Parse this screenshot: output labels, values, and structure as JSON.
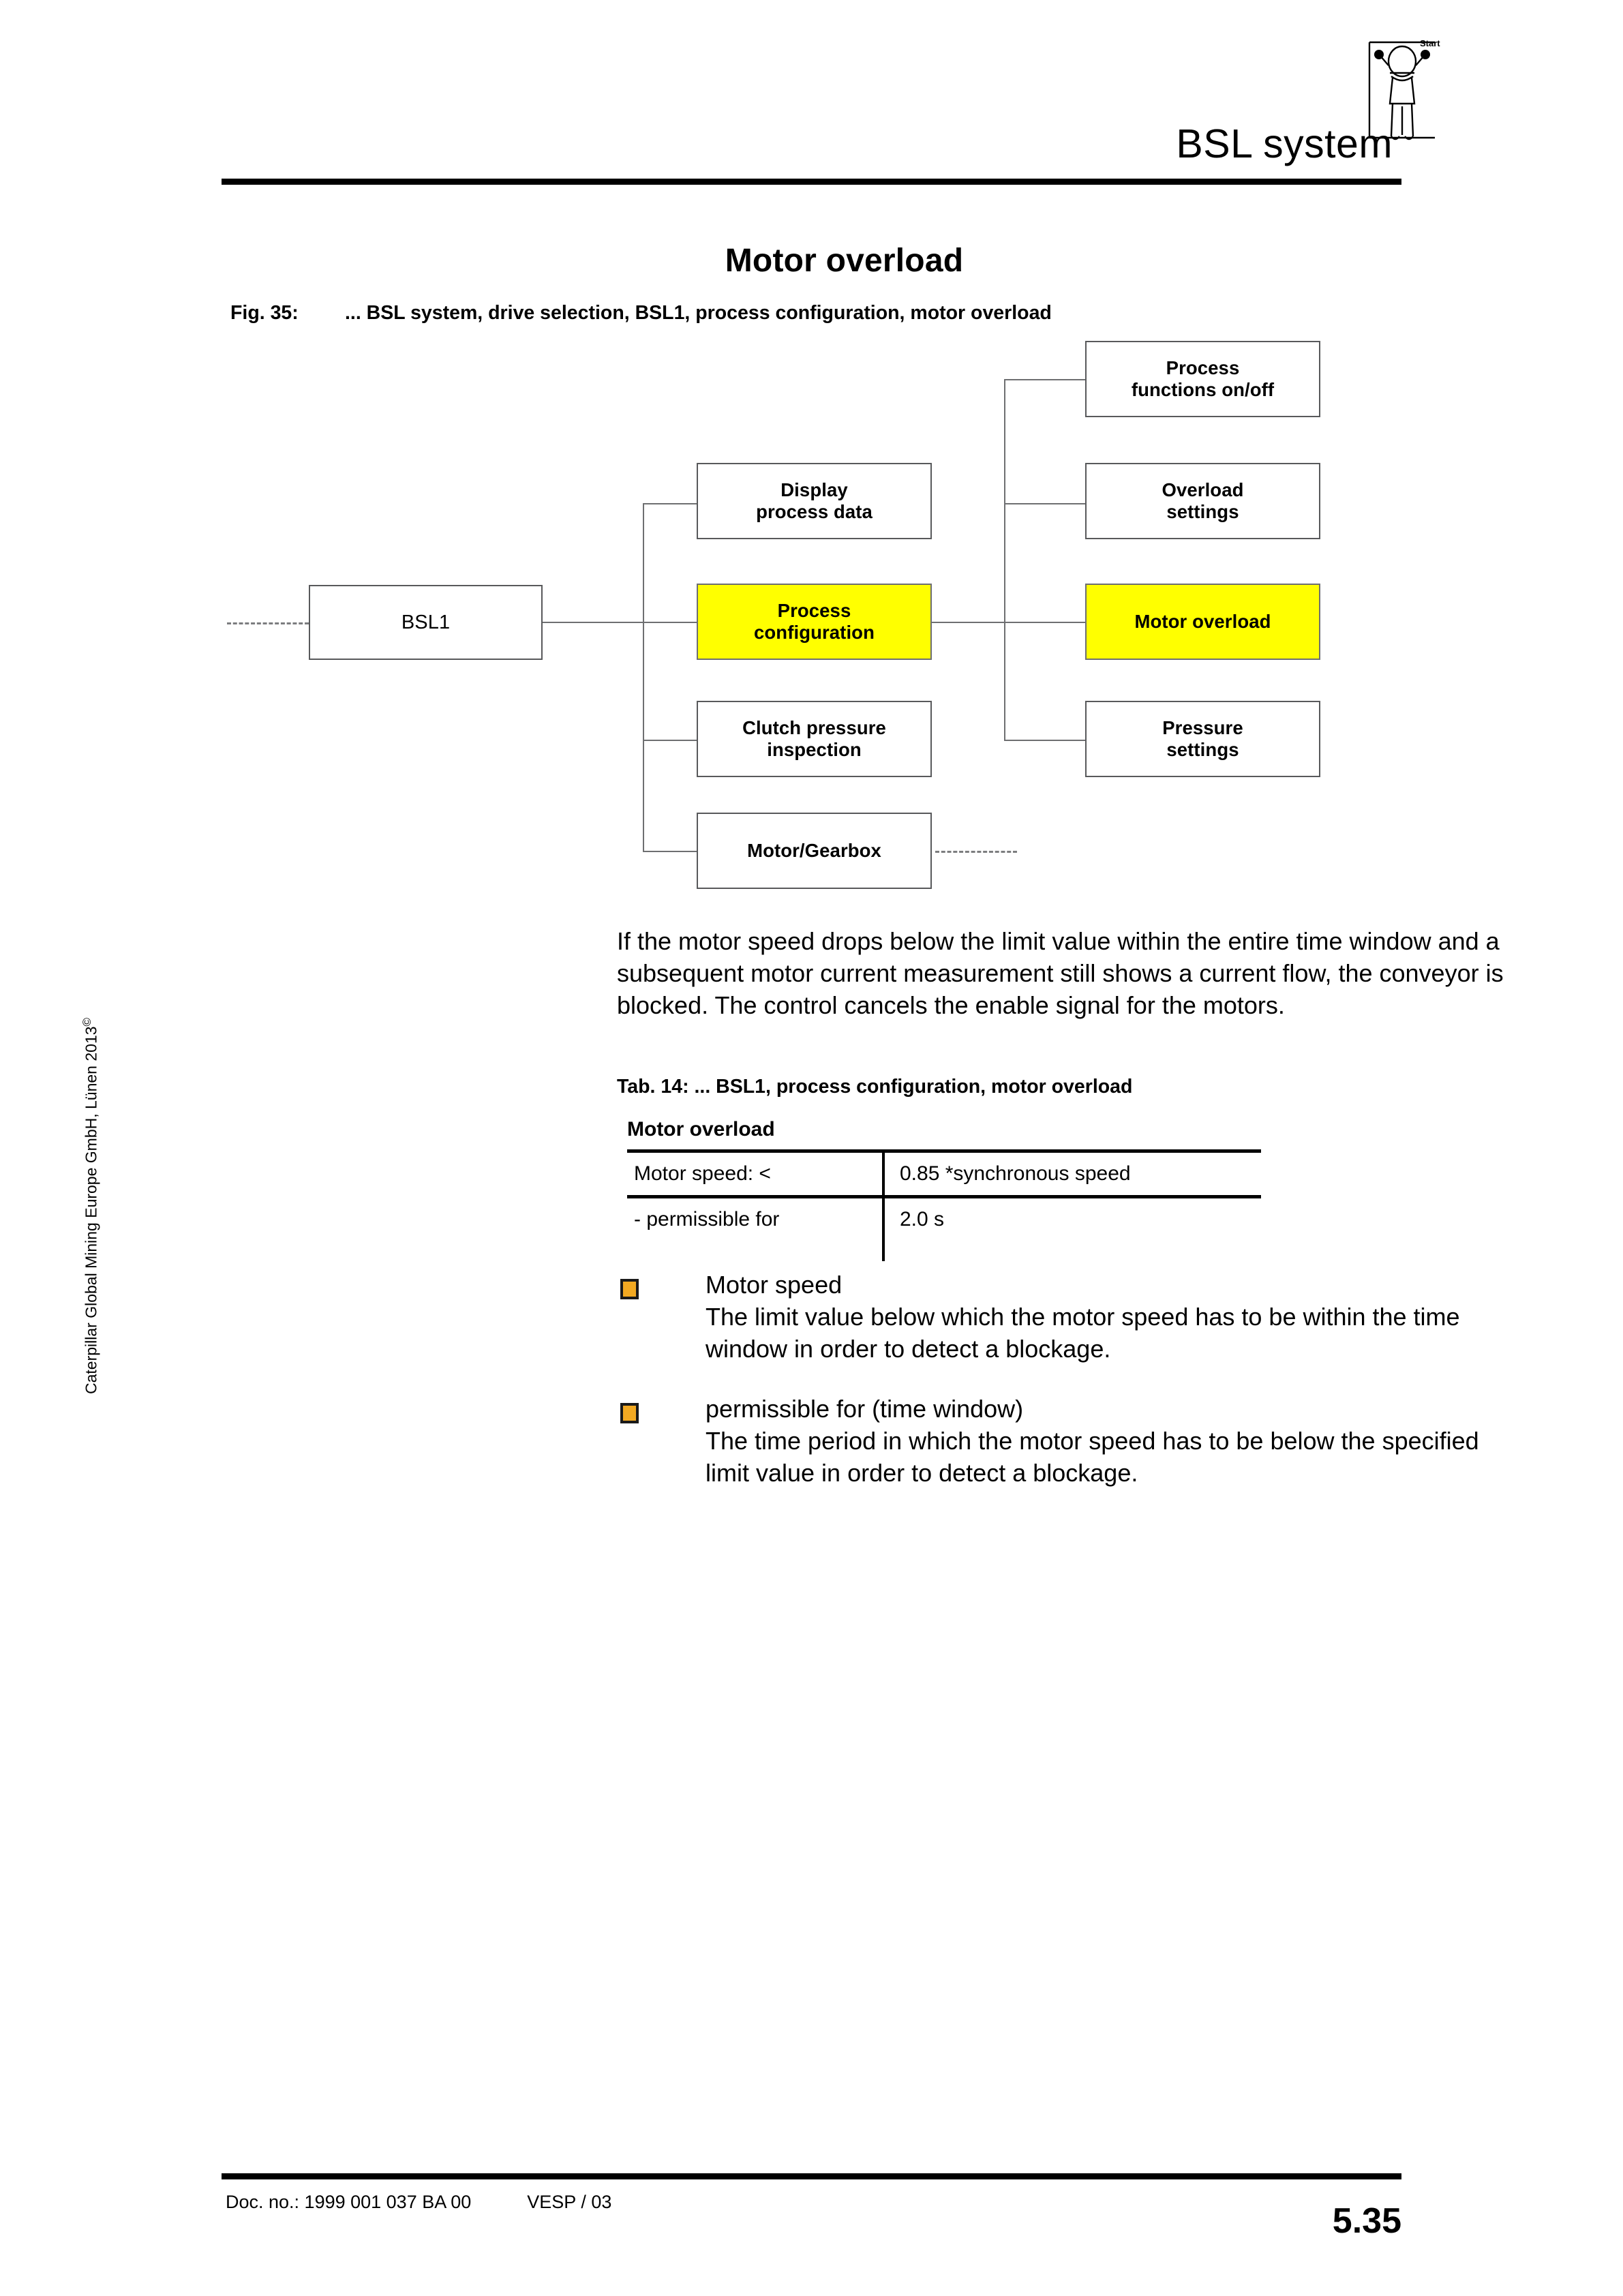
{
  "header": {
    "title": "BSL system",
    "icon": "miner-start-icon",
    "icon_label": "Start"
  },
  "page_title": "Motor overload",
  "figure": {
    "label": "Fig. 35:",
    "caption": "... BSL system, drive selection, BSL1, process configuration, motor overload",
    "nodes": {
      "root": "BSL1",
      "display_process_data": "Display\nprocess data",
      "process_configuration": "Process\nconfiguration",
      "clutch_pressure_inspection": "Clutch pressure\ninspection",
      "motor_gearbox": "Motor/Gearbox",
      "process_functions": "Process\nfunctions on/off",
      "overload_settings": "Overload\nsettings",
      "motor_overload": "Motor overload",
      "pressure_settings": "Pressure\nsettings"
    },
    "highlight_color": "#FFFF00",
    "highlighted_nodes": [
      "process_configuration",
      "motor_overload"
    ]
  },
  "body_paragraph": "If the motor speed drops below the limit value within the entire time window and a subsequent motor current measurement still shows a current flow, the conveyor is blocked. The control cancels the enable signal for the motors.",
  "table": {
    "caption": "Tab. 14: ... BSL1, process configuration, motor overload",
    "heading": "Motor overload",
    "rows": [
      {
        "label": "Motor speed: <",
        "value": "0.85 *synchronous speed"
      },
      {
        "label": "- permissible for",
        "value": "2.0 s"
      }
    ]
  },
  "bullets": [
    {
      "marker": "orange-square-bullet",
      "title": "Motor speed",
      "text": "The limit value below which the motor speed has to be within the time window in order to detect a blockage."
    },
    {
      "marker": "orange-square-bullet",
      "title": "permissible for (time window)",
      "text": "The time period in which the motor speed has to be below the specified limit value in order to detect a blockage."
    }
  ],
  "sidebar": {
    "copyright": "Caterpillar Global Mining Europe GmbH, Lünen 2013"
  },
  "footer": {
    "doc_no": "Doc. no.: 1999 001 037 BA 00",
    "revision": "VESP / 03",
    "page_number": "5.35"
  }
}
